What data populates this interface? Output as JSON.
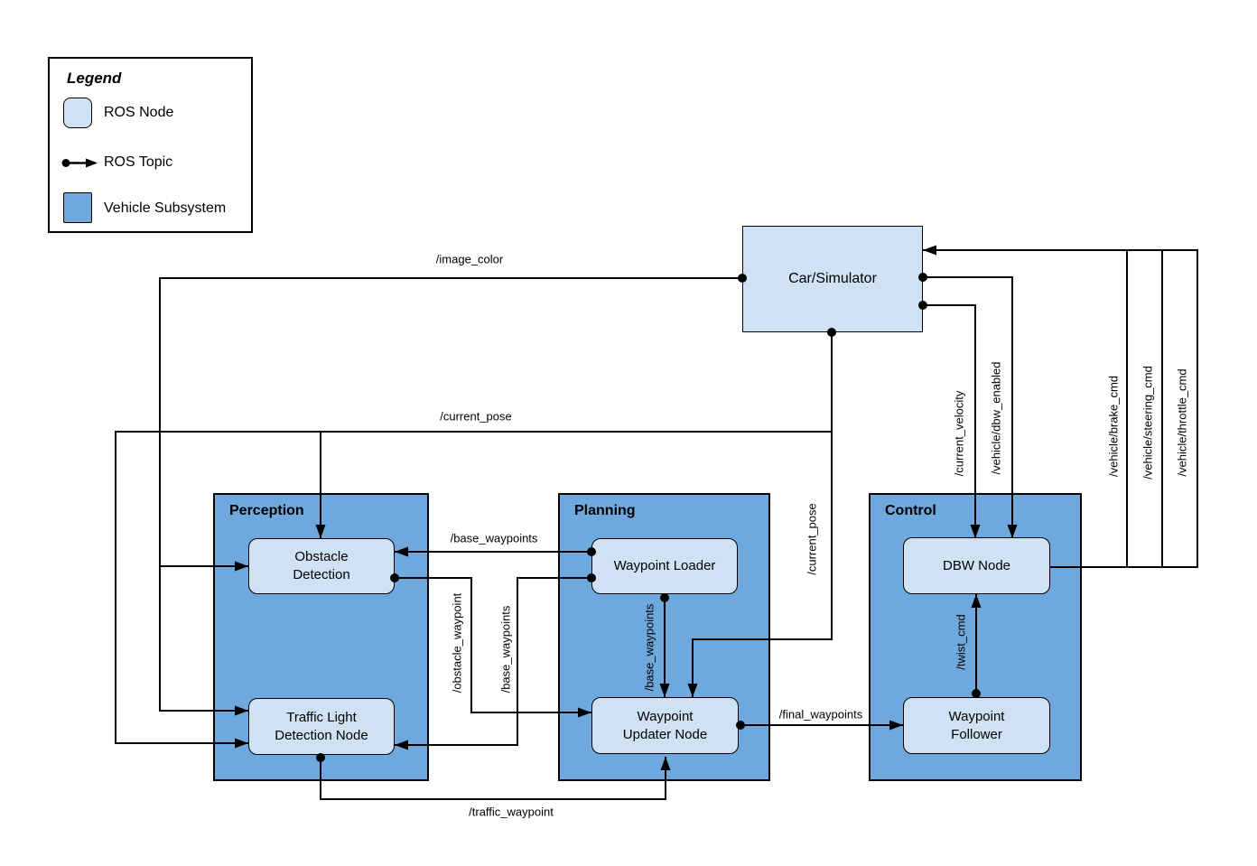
{
  "legend": {
    "title": "Legend",
    "items": [
      {
        "label": "ROS Node",
        "swatch": "ros-node",
        "color": "#cfe2f3"
      },
      {
        "label": "ROS Topic",
        "swatch": "ros-topic-arrow",
        "color": "#000000"
      },
      {
        "label": "Vehicle Subsystem",
        "swatch": "vehicle-subsystem",
        "color": "#6fa8dc"
      }
    ]
  },
  "subsystems": {
    "perception": "Perception",
    "planning": "Planning",
    "control": "Control"
  },
  "nodes": {
    "car_simulator": "Car/Simulator",
    "obstacle_detection": "Obstacle Detection",
    "traffic_light_detection": "Traffic Light Detection Node",
    "waypoint_loader": "Waypoint Loader",
    "waypoint_updater": "Waypoint Updater Node",
    "dbw_node": "DBW Node",
    "waypoint_follower": "Waypoint Follower"
  },
  "topics": {
    "image_color": "/image_color",
    "current_pose_h": "/current_pose",
    "current_pose_v": "/current_pose",
    "base_waypoints_h": "/base_waypoints",
    "base_waypoints_mid": "/base_waypoints",
    "base_waypoints_planning": "/base_waypoints",
    "obstacle_waypoint": "/obstacle_waypoint",
    "traffic_waypoint": "/traffic_waypoint",
    "final_waypoints": "/final_waypoints",
    "twist_cmd": "/twist_cmd",
    "current_velocity": "/current_velocity",
    "dbw_enabled": "/vehicle/dbw_enabled",
    "brake_cmd": "/vehicle/brake_cmd",
    "steering_cmd": "/vehicle/steering_cmd",
    "throttle_cmd": "/vehicle/throttle_cmd"
  },
  "colors": {
    "ros_node_fill": "#cfe2f3",
    "vehicle_subsystem_fill": "#6fa8dc",
    "connector": "#000000",
    "background": "#ffffff"
  }
}
